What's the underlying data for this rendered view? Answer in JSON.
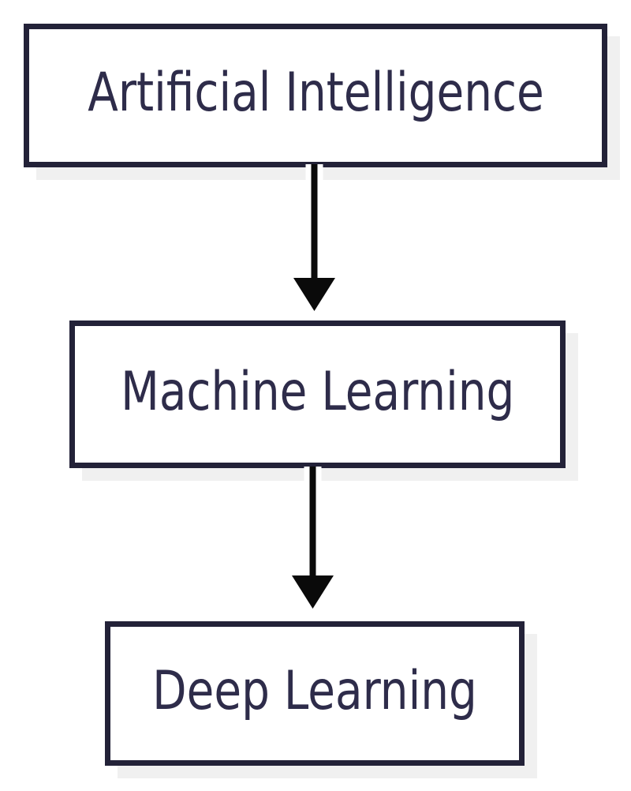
{
  "diagram": {
    "type": "flowchart-vertical",
    "nodes": [
      {
        "id": "ai",
        "label": "Artificial Intelligence"
      },
      {
        "id": "ml",
        "label": "Machine Learning"
      },
      {
        "id": "dl",
        "label": "Deep Learning"
      }
    ],
    "edges": [
      {
        "from": "ai",
        "to": "ml",
        "direction": "down",
        "style": "solid-black-arrow"
      },
      {
        "from": "ml",
        "to": "dl",
        "direction": "down",
        "style": "solid-black-arrow"
      }
    ],
    "colors": {
      "background": "#ffffff",
      "node_fill": "#ffffff",
      "node_border": "#232238",
      "node_shadow": "#f0f0f0",
      "label_text": "#2e2c4a",
      "arrow": "#0a0a0a"
    }
  }
}
